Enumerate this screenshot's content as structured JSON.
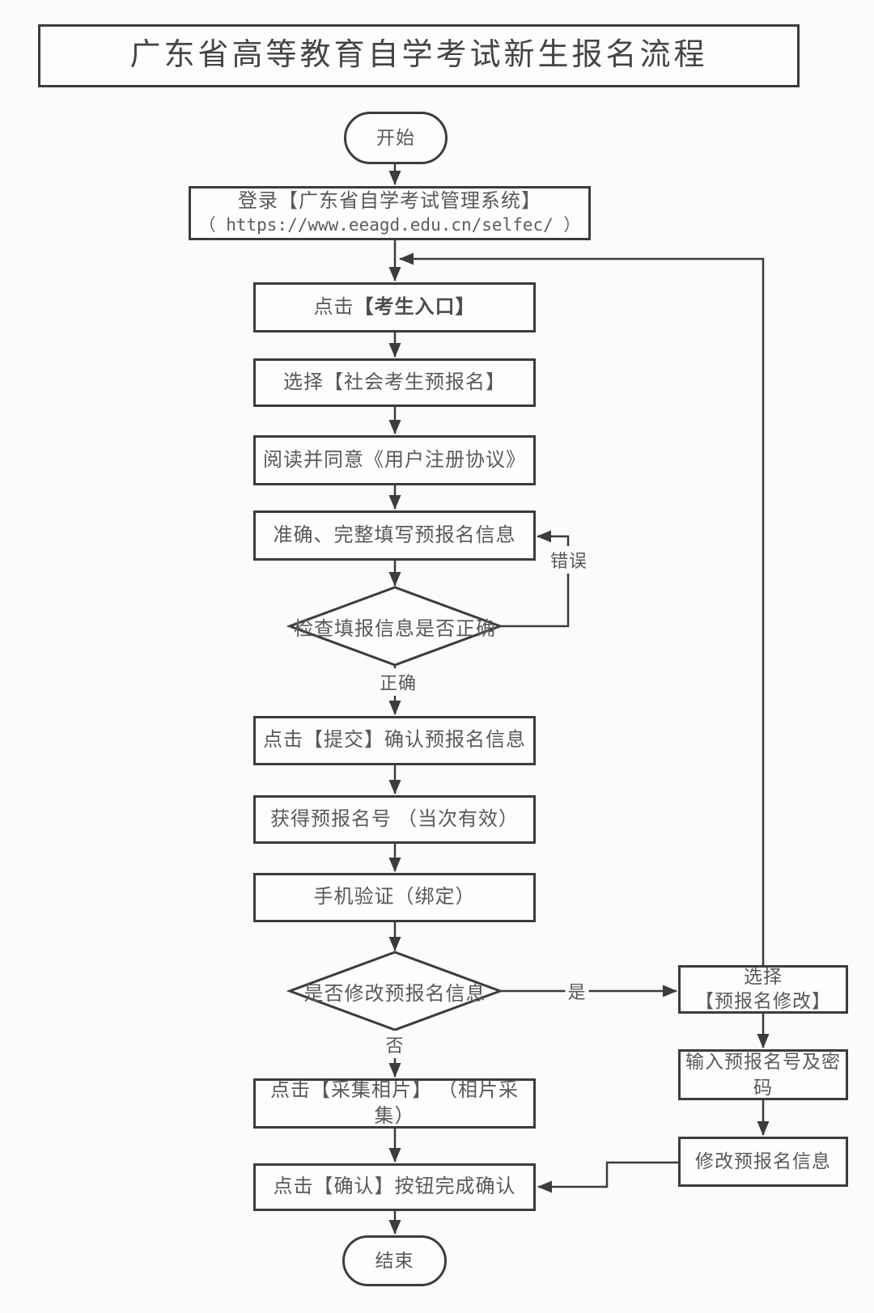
{
  "title": "广东省高等教育自学考试新生报名流程",
  "nodes": {
    "start": {
      "label": "开始"
    },
    "login": {
      "line1": "登录【广东省自学考试管理系统】",
      "line2": "（ https://www.eeagd.edu.cn/selfec/ ）"
    },
    "entry": {
      "prefix": "点击",
      "bold": "【考生入口】"
    },
    "select_prereg": {
      "label": "选择【社会考生预报名】"
    },
    "agreement": {
      "label": "阅读并同意《用户注册协议》"
    },
    "fill_info": {
      "label": "准确、完整填写预报名信息"
    },
    "check_info": {
      "label": "检查填报信息是否正确"
    },
    "submit": {
      "label": "点击【提交】确认预报名信息"
    },
    "get_number": {
      "label": "获得预报名号 （当次有效）"
    },
    "phone_verify": {
      "label": "手机验证（绑定）"
    },
    "modify_decision": {
      "label": "是否修改预报名信息"
    },
    "photo": {
      "label": "点击【采集相片】 （相片采集）"
    },
    "confirm": {
      "label": "点击【确认】按钮完成确认"
    },
    "end": {
      "label": "结束"
    },
    "select_modify": {
      "line1": "选择",
      "line2": "【预报名修改】"
    },
    "input_number": {
      "label": "输入预报名号及密码"
    },
    "modify_info": {
      "label": "修改预报名信息"
    }
  },
  "edge_labels": {
    "error": "错误",
    "correct": "正确",
    "yes": "是",
    "no": "否"
  },
  "colors": {
    "line": "#3c3c3e",
    "node_border": "#3c3c3e",
    "text": "#59595c",
    "background": "#fbfbfa"
  }
}
